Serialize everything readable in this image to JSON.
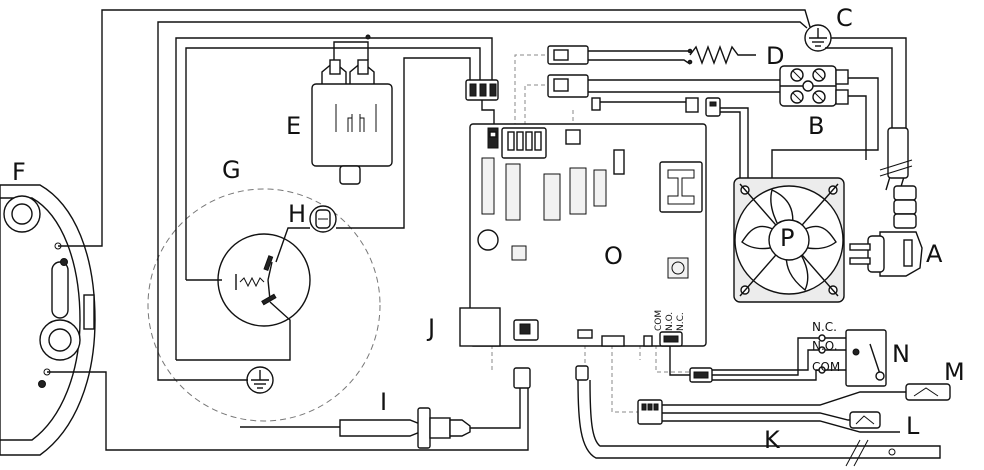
{
  "labels": {
    "A": "A",
    "B": "B",
    "C": "C",
    "D": "D",
    "E": "E",
    "F": "F",
    "G": "G",
    "H": "H",
    "I": "I",
    "J": "J",
    "K": "K",
    "L": "L",
    "M": "M",
    "N": "N",
    "O": "O",
    "P": "P"
  },
  "switch_terminals": {
    "nc": "N.C.",
    "no": "N.O.",
    "com": "COM"
  },
  "board_terminals": {
    "com": "COM",
    "no": "N.O.",
    "nc": "N.C."
  }
}
